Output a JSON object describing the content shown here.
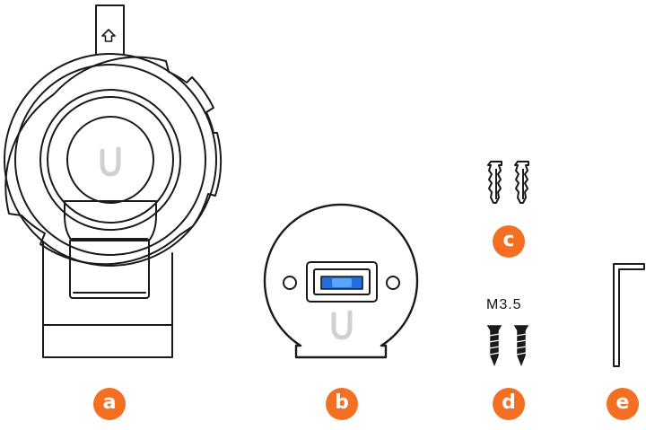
{
  "parts": [
    {
      "id": "a",
      "label": "a"
    },
    {
      "id": "b",
      "label": "b"
    },
    {
      "id": "c",
      "label": "c"
    },
    {
      "id": "d",
      "label": "d"
    },
    {
      "id": "e",
      "label": "e"
    }
  ],
  "screw_size": "M3.5",
  "colors": {
    "badge": "#f36f21",
    "outline": "#1a1a1a",
    "logo": "#d0d0d0",
    "level_bubble": "#1f6fe0"
  },
  "icons": {
    "arrow": "up-arrow-icon",
    "logo": "ubiquiti-u-logo"
  }
}
